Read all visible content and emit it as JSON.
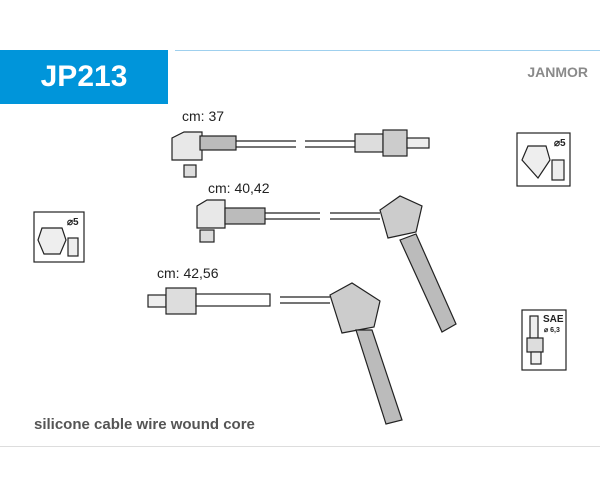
{
  "header": {
    "part_number": "JP213",
    "brand": "JANMOR"
  },
  "wires": [
    {
      "length_label": "cm: 37"
    },
    {
      "length_label": "cm: 40,42"
    },
    {
      "length_label": "cm: 42,56"
    }
  ],
  "symbols": {
    "distributor_left": {
      "diameter": "⌀5"
    },
    "coil_right": {
      "diameter": "⌀5"
    },
    "spark_plug": {
      "standard": "SAE",
      "diameter": "⌀ 6,3"
    }
  },
  "footer": {
    "caption": "silicone cable wire wound core"
  }
}
